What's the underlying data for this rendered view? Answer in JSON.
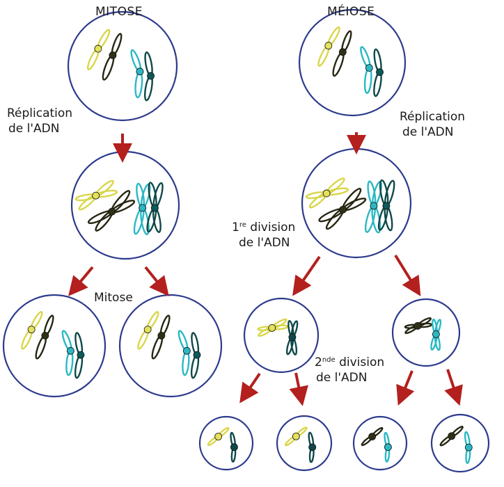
{
  "titles": {
    "mitosis": "MITOSE",
    "meiosis": "MÉIOSE"
  },
  "labels": {
    "mitosis_replication": {
      "line1": "Réplication",
      "line2": "de l'ADN"
    },
    "meiosis_replication": {
      "line1": "Réplication",
      "line2": "de l'ADN"
    },
    "mitosis_division": "Mitose",
    "meiosis_first_division": {
      "num": "1",
      "sup": "re",
      "rest": " division",
      "line2": "de l'ADN"
    },
    "meiosis_second_division": {
      "num": "2",
      "sup": "nde",
      "rest": " division",
      "line2": "de l'ADN"
    }
  },
  "colors": {
    "cell_border": "#2c3a8c",
    "arrow": "#b3201e",
    "chromosome_yellow": "#d9d64a",
    "chromosome_dark": "#262612",
    "chromosome_cyan": "#2ab8c4",
    "chromosome_teal": "#0f4848"
  }
}
